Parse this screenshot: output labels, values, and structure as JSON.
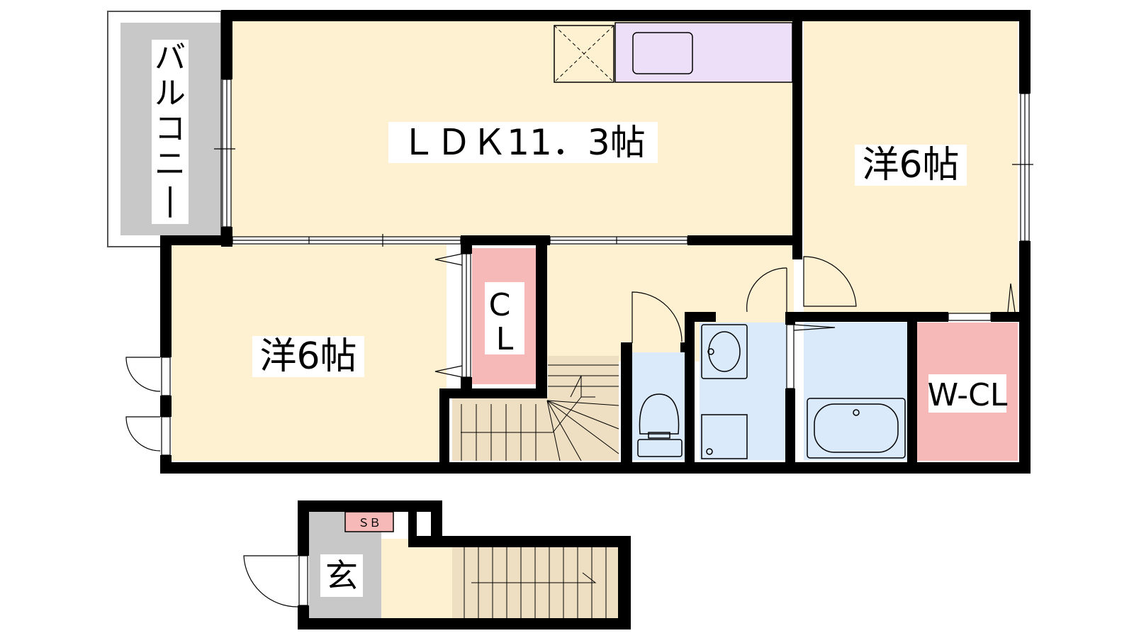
{
  "rooms": {
    "ldk": "ＬＤＫ11．3帖",
    "western_right": "洋6帖",
    "western_left": "洋6帖",
    "closet": "C\nL",
    "walk_in_closet": "W-CL",
    "balcony": "バルコニー",
    "entrance": "玄",
    "shoe_box": "ＳＢ"
  },
  "colors": {
    "room_floor": "#fdf1d2",
    "wet_area": "#dbeafa",
    "closet": "#f7b8b8",
    "balcony": "#c8c8c8",
    "kitchen": "#ecdff7",
    "stairs": "#efdfc2",
    "wall": "#000000"
  }
}
